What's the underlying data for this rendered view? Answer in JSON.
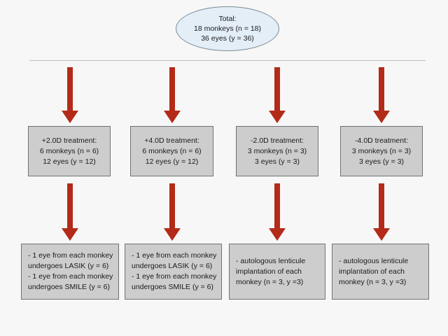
{
  "colors": {
    "background": "#f7f7f7",
    "arrow": "#b32b18",
    "box_fill": "#cdcdcd",
    "box_border": "#6f7376",
    "ellipse_fill": "#e3eef7",
    "ellipse_border": "#7b8b95",
    "divider": "#b9bfc4"
  },
  "root": {
    "lines": [
      "Total:",
      "18 monkeys (n = 18)",
      "36 eyes (y = 36)"
    ]
  },
  "treatment_boxes": [
    {
      "lines": [
        "+2.0D treatment:",
        "6 monkeys (n = 6)",
        "12 eyes (y = 12)"
      ]
    },
    {
      "lines": [
        "+4.0D treatment:",
        "6 monkeys (n = 6)",
        "12 eyes (y = 12)"
      ]
    },
    {
      "lines": [
        "-2.0D treatment:",
        "3 monkeys (n = 3)",
        "3 eyes (y = 3)"
      ]
    },
    {
      "lines": [
        "-4.0D treatment:",
        "3 monkeys (n = 3)",
        "3 eyes (y = 3)"
      ]
    }
  ],
  "procedure_boxes": [
    {
      "lines": [
        "- 1 eye from each monkey",
        "undergoes LASIK (y = 6)",
        "- 1 eye from each monkey",
        "undergoes SMILE (y = 6)"
      ]
    },
    {
      "lines": [
        "- 1 eye from each monkey",
        "undergoes LASIK (y = 6)",
        "- 1 eye from each monkey",
        "undergoes SMILE (y = 6)"
      ]
    },
    {
      "lines": [
        "- autologous lenticule",
        "implantation of each",
        "monkey (n = 3, y =3)"
      ]
    },
    {
      "lines": [
        "- autologous lenticule",
        "implantation of each",
        "monkey (n = 3, y =3)"
      ]
    }
  ]
}
